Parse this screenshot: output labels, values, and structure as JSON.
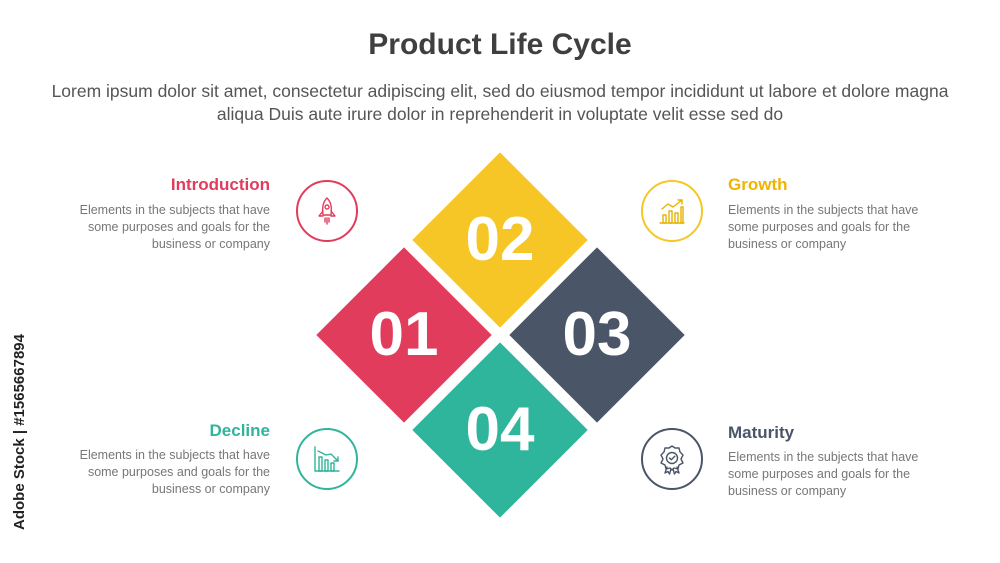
{
  "title": "Product Life Cycle",
  "subtitle": "Lorem ipsum dolor sit amet, consectetur adipiscing elit, sed do eiusmod tempor incididunt ut labore et dolore magna aliqua Duis aute irure dolor in reprehenderit in voluptate velit esse sed do",
  "stages": [
    {
      "number": "01",
      "title": "Introduction",
      "description": "Elements in the subjects that have some purposes and goals for the business or company",
      "color": "#e23c5d",
      "icon": "rocket-icon"
    },
    {
      "number": "02",
      "title": "Growth",
      "description": "Elements in the subjects that have some purposes and goals for the business or company",
      "color": "#f6c627",
      "icon": "growth-chart-icon"
    },
    {
      "number": "03",
      "title": "Maturity",
      "description": "Elements in the subjects that have some purposes and goals for the business or company",
      "color": "#4a5568",
      "icon": "award-badge-icon"
    },
    {
      "number": "04",
      "title": "Decline",
      "description": "Elements in the subjects that have some purposes and goals for the business or company",
      "color": "#2fb59b",
      "icon": "decline-chart-icon"
    }
  ],
  "watermark": "Adobe Stock | #1565667894"
}
